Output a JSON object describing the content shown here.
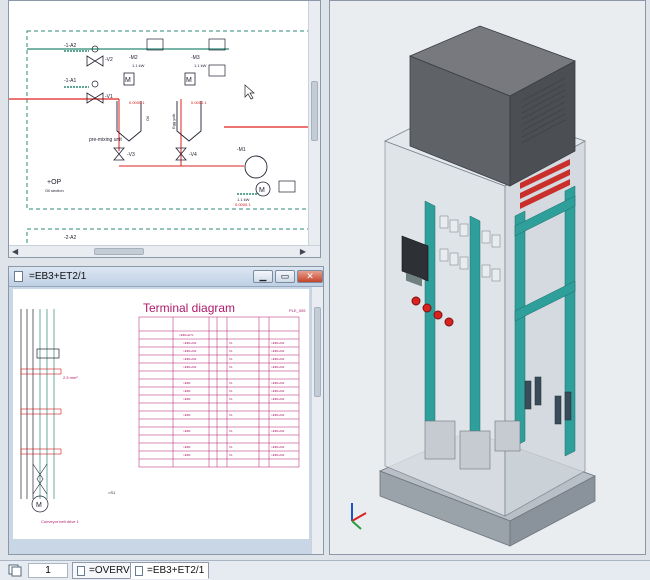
{
  "pid": {
    "labels": {
      "a2": "-1-A2",
      "a1": "-1-A1",
      "m3": "-M3",
      "m2": "-M2",
      "m1": "-M1",
      "v2": "-V2",
      "v1": "-V1",
      "v3": "-V3",
      "v4": "-V4",
      "a2b": "-2-A2",
      "kw1": "1.1 kW",
      "kw2": "1.1 kW",
      "kw3": "1.1 kW",
      "premix": "pre-mixing unit",
      "oil": "Oil",
      "egg": "Egg yolk",
      "op": "+OP",
      "oilsec": "Oil section"
    }
  },
  "terminal": {
    "window_title": "=EB3+ET2/1",
    "diagram_title": "Terminal diagram",
    "ref_code": "PLE_005",
    "left_labels": {
      "wire": "2.5 mm²",
      "caption": "Conveyor belt drive 1",
      "note": "=S1"
    }
  },
  "status": {
    "page_value": "1",
    "tabs": [
      {
        "label": "=OVERVI..."
      },
      {
        "label": "=EB3+ET2/1"
      }
    ]
  }
}
